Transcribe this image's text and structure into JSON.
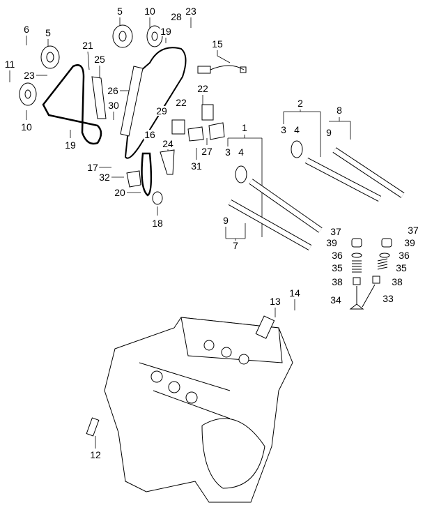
{
  "diagram": {
    "title": "Engine timing system and valve train exploded parts diagram",
    "callouts": [
      "5",
      "10",
      "28",
      "23",
      "19",
      "6",
      "5",
      "21",
      "25",
      "15",
      "11",
      "23",
      "26",
      "30",
      "29",
      "22",
      "22",
      "10",
      "19",
      "16",
      "24",
      "27",
      "31",
      "17",
      "32",
      "20",
      "18",
      "1",
      "3",
      "4",
      "2",
      "3",
      "4",
      "8",
      "9",
      "9",
      "7",
      "37",
      "39",
      "36",
      "35",
      "38",
      "34",
      "37",
      "39",
      "36",
      "35",
      "38",
      "33",
      "13",
      "14",
      "12"
    ],
    "colors": {
      "line": "#000000",
      "fill": "#ffffff",
      "shade": "#bbbbbb"
    }
  }
}
